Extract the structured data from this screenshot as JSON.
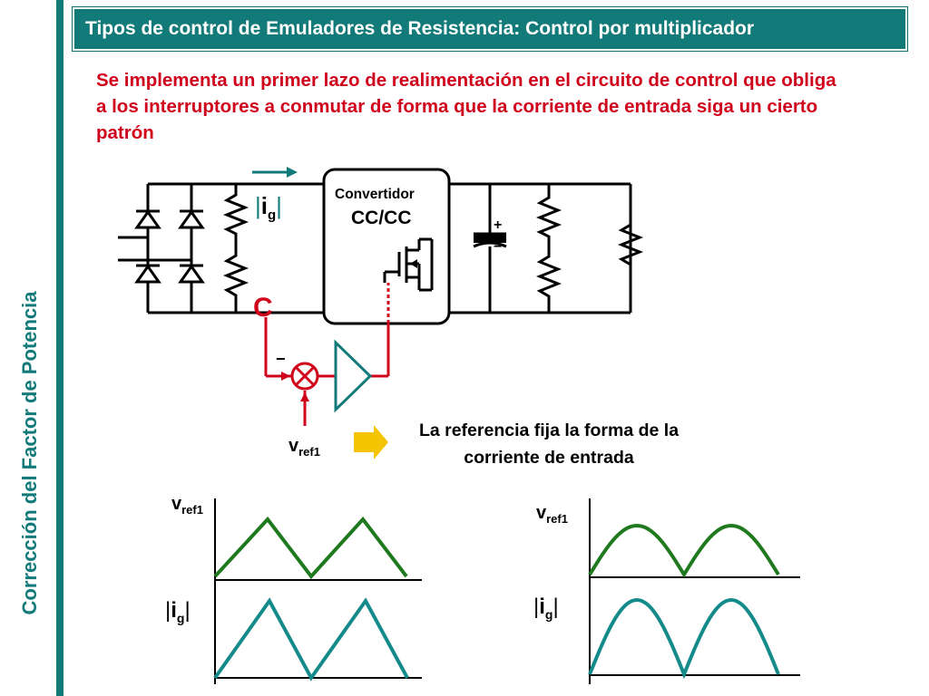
{
  "colors": {
    "teal": "#137a7a",
    "accent_red": "#d0021b",
    "arrow_yellow": "#f5c400",
    "wave_green": "#1f7a1f",
    "wave_teal": "#148a8a",
    "black": "#000000"
  },
  "sidebar": {
    "text": "Corrección del Factor de Potencia"
  },
  "header": {
    "title": "Tipos de control de Emuladores de Resistencia: Control por multiplicador"
  },
  "intro": {
    "text": "Se implementa un primer lazo de realimentación en el circuito de control que obliga a los interruptores a conmutar de forma que la corriente de entrada siga un cierto patrón"
  },
  "circuit": {
    "converter_label_1": "Convertidor",
    "converter_label_2": "CC/CC",
    "sensor_label": "C",
    "minus_sign": "−",
    "cap_plus": "+",
    "cap_minus": "−",
    "current_label": {
      "pre": "|",
      "main": "i",
      "sub": "g",
      "post": "|"
    },
    "vref_label": {
      "main": "v",
      "sub": "ref1"
    }
  },
  "note": {
    "text": "La referencia fija la forma de la corriente de entrada"
  },
  "waveforms": {
    "left": {
      "top_label": {
        "main": "v",
        "sub": "ref1"
      },
      "bottom_label": {
        "pre": "|",
        "main": "i",
        "sub": "g",
        "post": "|"
      },
      "shape": "triangular"
    },
    "right": {
      "top_label": {
        "main": "v",
        "sub": "ref1"
      },
      "bottom_label": {
        "pre": "|",
        "main": "i",
        "sub": "g",
        "post": "|"
      },
      "shape": "rectified-sine"
    }
  }
}
